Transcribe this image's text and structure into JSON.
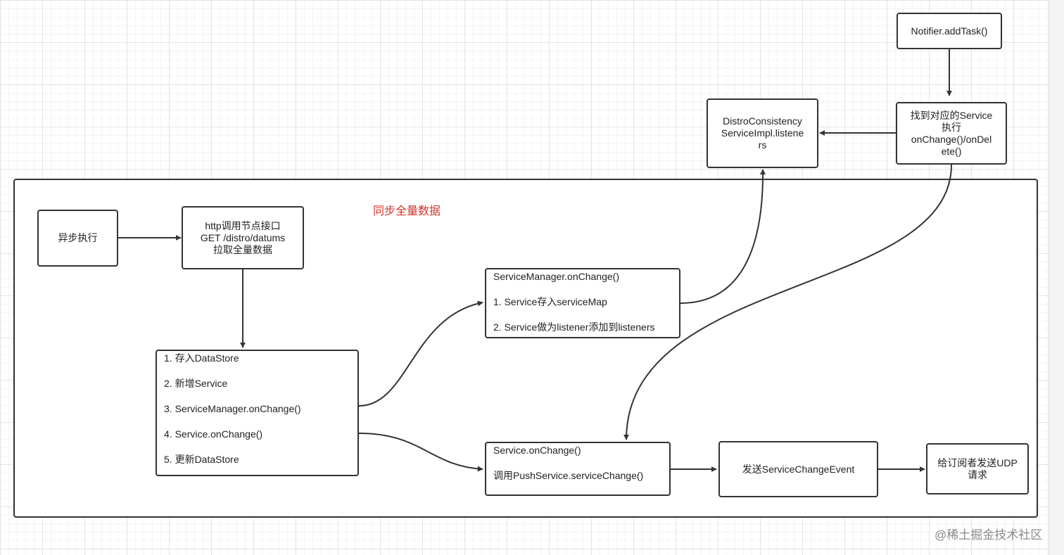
{
  "group": {
    "title": "同步全量数据"
  },
  "nodes": {
    "notifier": {
      "lines": [
        "Notifier.addTask()"
      ]
    },
    "find_service": {
      "lines": [
        "找到对应的Service",
        "执行",
        "onChange()/onDel",
        "ete()"
      ]
    },
    "distro_listeners": {
      "lines": [
        "DistroConsistency",
        "ServiceImpl.listene",
        "rs"
      ]
    },
    "async_exec": {
      "lines": [
        "异步执行"
      ]
    },
    "http_call": {
      "lines": [
        "http调用节点接口",
        "GET /distro/datums",
        "拉取全量数据"
      ]
    },
    "steps": {
      "lines": [
        "1. 存入DataStore",
        "2. 新增Service",
        "3. ServiceManager.onChange()",
        "4. Service.onChange()",
        "5. 更新DataStore"
      ]
    },
    "service_manager_onchange": {
      "lines": [
        "ServiceManager.onChange()",
        "1. Service存入serviceMap",
        "2. Service做为listener添加到listeners"
      ]
    },
    "service_onchange": {
      "lines": [
        "Service.onChange()",
        "调用PushService.serviceChange()"
      ]
    },
    "send_event": {
      "lines": [
        "发送ServiceChangeEvent"
      ]
    },
    "send_udp": {
      "lines": [
        "给订阅者发送UDP",
        "请求"
      ]
    }
  },
  "watermark": "@稀土掘金技术社区",
  "colors": {
    "stroke": "#333333",
    "group_title": "#d0352c",
    "grid": "#e3e3e3"
  }
}
